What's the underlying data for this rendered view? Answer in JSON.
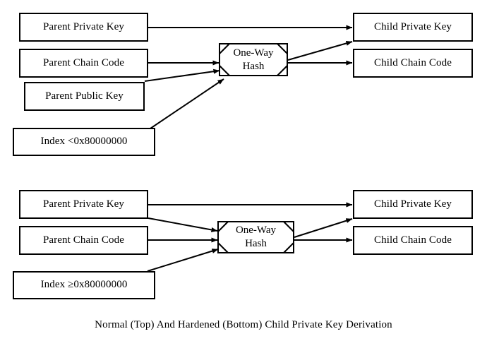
{
  "figure": {
    "caption": "Normal (Top) And Hardened (Bottom) Child Private Key Derivation",
    "background_color": "#ffffff",
    "stroke_color": "#000000",
    "text_color": "#000000"
  },
  "diagrams": [
    {
      "id": "normal-derivation",
      "name": "Normal Child Private Key Derivation",
      "inputs": [
        {
          "id": "parent-private-key",
          "label": "Parent Private Key"
        },
        {
          "id": "parent-chain-code",
          "label": "Parent Chain Code"
        },
        {
          "id": "parent-public-key",
          "label": "Parent Public Key"
        },
        {
          "id": "index",
          "label": "Index <0x80000000"
        }
      ],
      "processor": {
        "id": "one-way-hash",
        "line1": "One-Way",
        "line2": "Hash"
      },
      "outputs": [
        {
          "id": "child-private-key",
          "label": "Child Private Key"
        },
        {
          "id": "child-chain-code",
          "label": "Child Chain Code"
        }
      ],
      "edges": [
        {
          "from": "parent-private-key",
          "to": "child-private-key"
        },
        {
          "from": "parent-chain-code",
          "to": "one-way-hash"
        },
        {
          "from": "parent-public-key",
          "to": "one-way-hash"
        },
        {
          "from": "index",
          "to": "one-way-hash"
        },
        {
          "from": "one-way-hash",
          "to": "child-private-key"
        },
        {
          "from": "one-way-hash",
          "to": "child-chain-code"
        }
      ]
    },
    {
      "id": "hardened-derivation",
      "name": "Hardened Child Private Key Derivation",
      "inputs": [
        {
          "id": "parent-private-key",
          "label": "Parent Private Key"
        },
        {
          "id": "parent-chain-code",
          "label": "Parent Chain Code"
        },
        {
          "id": "index",
          "label": "Index ≥0x80000000"
        }
      ],
      "processor": {
        "id": "one-way-hash",
        "line1": "One-Way",
        "line2": "Hash"
      },
      "outputs": [
        {
          "id": "child-private-key",
          "label": "Child Private Key"
        },
        {
          "id": "child-chain-code",
          "label": "Child Chain Code"
        }
      ],
      "edges": [
        {
          "from": "parent-private-key",
          "to": "child-private-key"
        },
        {
          "from": "parent-private-key",
          "to": "one-way-hash"
        },
        {
          "from": "parent-chain-code",
          "to": "one-way-hash"
        },
        {
          "from": "index",
          "to": "one-way-hash"
        },
        {
          "from": "one-way-hash",
          "to": "child-private-key"
        },
        {
          "from": "one-way-hash",
          "to": "child-chain-code"
        }
      ]
    }
  ]
}
